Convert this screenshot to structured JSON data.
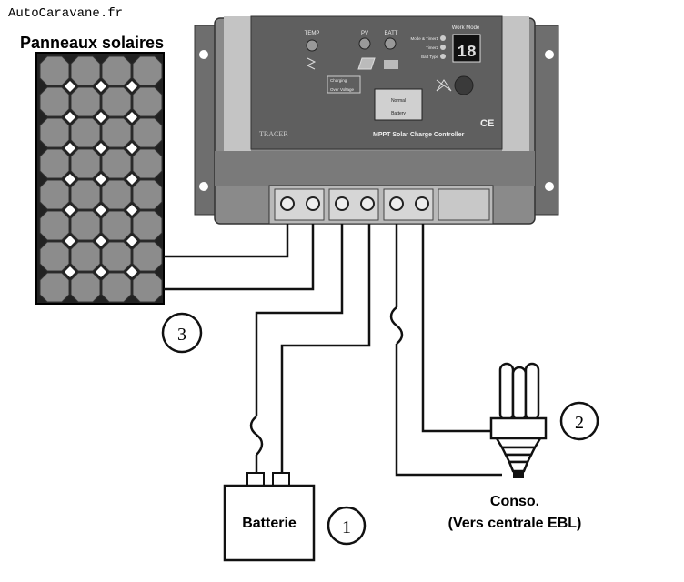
{
  "watermark": "AutoCaravane.fr",
  "panel_title": "Panneaux solaires",
  "controller": {
    "brand": "TRACER",
    "product": "MPPT Solar Charge Controller",
    "ce_mark": "CE",
    "temp_label": "TEMP",
    "pv_label": "PV",
    "batt_label": "BATT",
    "work_mode_label": "Work Mode",
    "mode_items": [
      "Mode & Timer1",
      "Timer2",
      "Batt Type"
    ],
    "display_value": "18",
    "charging_label": "Charging",
    "over_voltage_label": "Over Voltage",
    "normal_label": "Normal",
    "battery_label": "Battery"
  },
  "battery_label": "Batterie",
  "load_label_1": "Conso.",
  "load_label_2": "(Vers centrale EBL)",
  "callouts": {
    "battery": "1",
    "load": "2",
    "panel": "3"
  },
  "colors": {
    "controller_body": "#8a8a8a",
    "controller_face": "#5f5f5f",
    "panel_cell": "#8c8c8c",
    "wire": "#111111"
  }
}
